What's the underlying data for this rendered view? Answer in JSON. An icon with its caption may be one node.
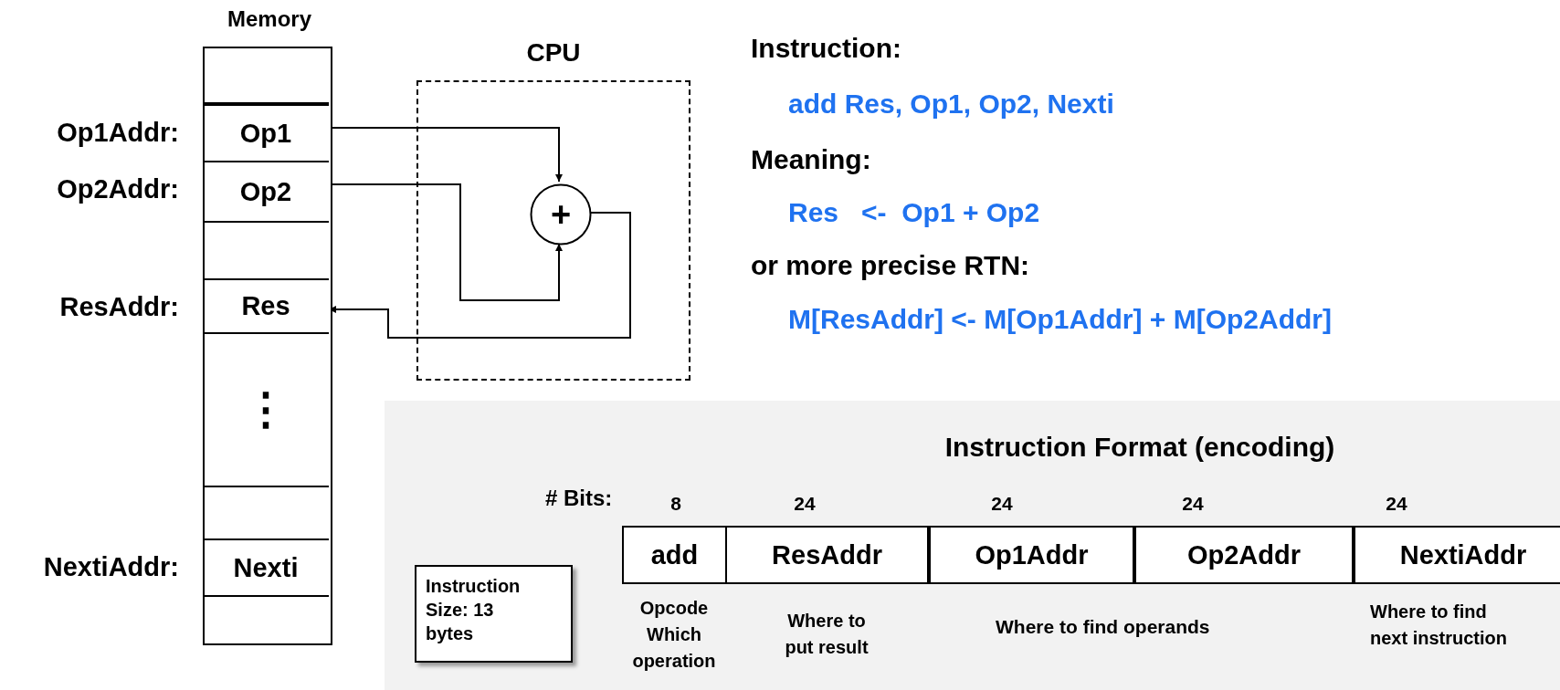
{
  "diagram": {
    "nodes": [
      {
        "text": [
          "Memory"
        ]
      },
      {
        "text": [],
        "shape": "box",
        "in": 0
      },
      {
        "text": [
          "Op1"
        ],
        "in": 0,
        "beside": [
          "Op1Addr:"
        ]
      },
      {
        "text": [
          "Op2"
        ],
        "in": 0,
        "beside": [
          "Op2Addr:"
        ]
      },
      {
        "text": [],
        "shape": "box",
        "in": 0
      },
      {
        "text": [
          "Res"
        ],
        "in": 0,
        "beside": [
          "ResAddr:"
        ]
      },
      {
        "text": [
          "⋮"
        ],
        "in": 0
      },
      {
        "text": [],
        "shape": "box",
        "in": 0
      },
      {
        "text": [
          "Nexti"
        ],
        "in": 0,
        "beside": [
          "NextiAddr:"
        ]
      },
      {
        "text": [],
        "shape": "box",
        "in": 0
      },
      {
        "text": [
          "CPU"
        ]
      },
      {
        "text": [
          "+"
        ],
        "in": 10
      },
      {
        "text": [
          "Instruction Format (encoding)"
        ]
      },
      {
        "text": [
          "add"
        ],
        "in": 12,
        "beside": [
          "8",
          "Opcode Which operation"
        ]
      },
      {
        "text": [
          "ResAddr"
        ],
        "in": 12,
        "beside": [
          "24",
          "Where to put result"
        ]
      },
      {
        "text": [
          "Op1Addr"
        ],
        "in": 12,
        "beside": [
          "24"
        ]
      },
      {
        "text": [
          "Op2Addr"
        ],
        "in": 12,
        "beside": [
          "24"
        ]
      },
      {
        "text": [
          "NextiAddr"
        ],
        "in": 12,
        "beside": [
          "24",
          "Where to find next instruction"
        ]
      },
      {
        "text": [
          "Instruction Size: 13 bytes"
        ],
        "in": 12
      }
    ],
    "edges": [
      {
        "from": 2,
        "to": 11,
        "arrow": "to"
      },
      {
        "from": 3,
        "to": 11,
        "arrow": "to"
      },
      {
        "from": 11,
        "to": 5,
        "arrow": "to"
      }
    ],
    "labels": [
      "Instruction:",
      "add Res, Op1, Op2, Nexti",
      "Meaning:",
      "Res   <-  Op1 + Op2",
      "or more precise RTN:",
      "M[ResAddr] <- M[Op1Addr] + M[Op2Addr]",
      "# Bits:",
      "Where to find operands"
    ]
  }
}
